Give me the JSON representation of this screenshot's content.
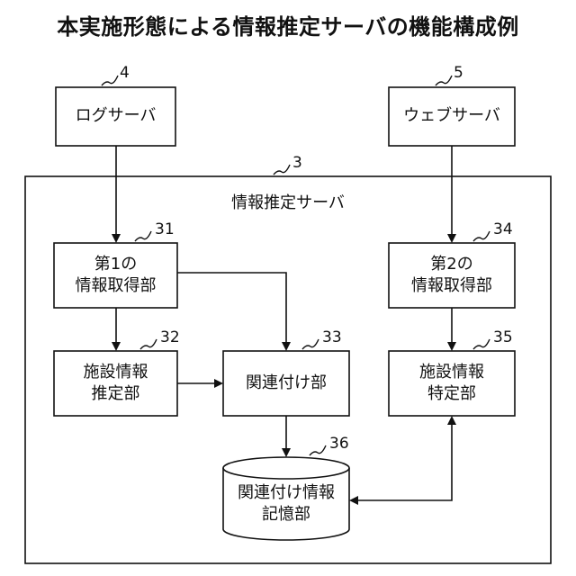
{
  "title": "本実施形態による情報推定サーバの機能構成例",
  "nodes": {
    "log_server": {
      "label": "ログサーバ",
      "ref": "4"
    },
    "web_server": {
      "label": "ウェブサーバ",
      "ref": "5"
    },
    "estimation_server": {
      "label": "情報推定サーバ",
      "ref": "3"
    },
    "first_acquisition": {
      "line1": "第1の",
      "line2": "情報取得部",
      "ref": "31"
    },
    "facility_estimation": {
      "line1": "施設情報",
      "line2": "推定部",
      "ref": "32"
    },
    "association": {
      "label": "関連付け部",
      "ref": "33"
    },
    "second_acquisition": {
      "line1": "第2の",
      "line2": "情報取得部",
      "ref": "34"
    },
    "facility_identification": {
      "line1": "施設情報",
      "line2": "特定部",
      "ref": "35"
    },
    "association_storage": {
      "line1": "関連付け情報",
      "line2": "記憶部",
      "ref": "36"
    }
  },
  "colors": {
    "line": "#111111",
    "background": "#ffffff"
  }
}
